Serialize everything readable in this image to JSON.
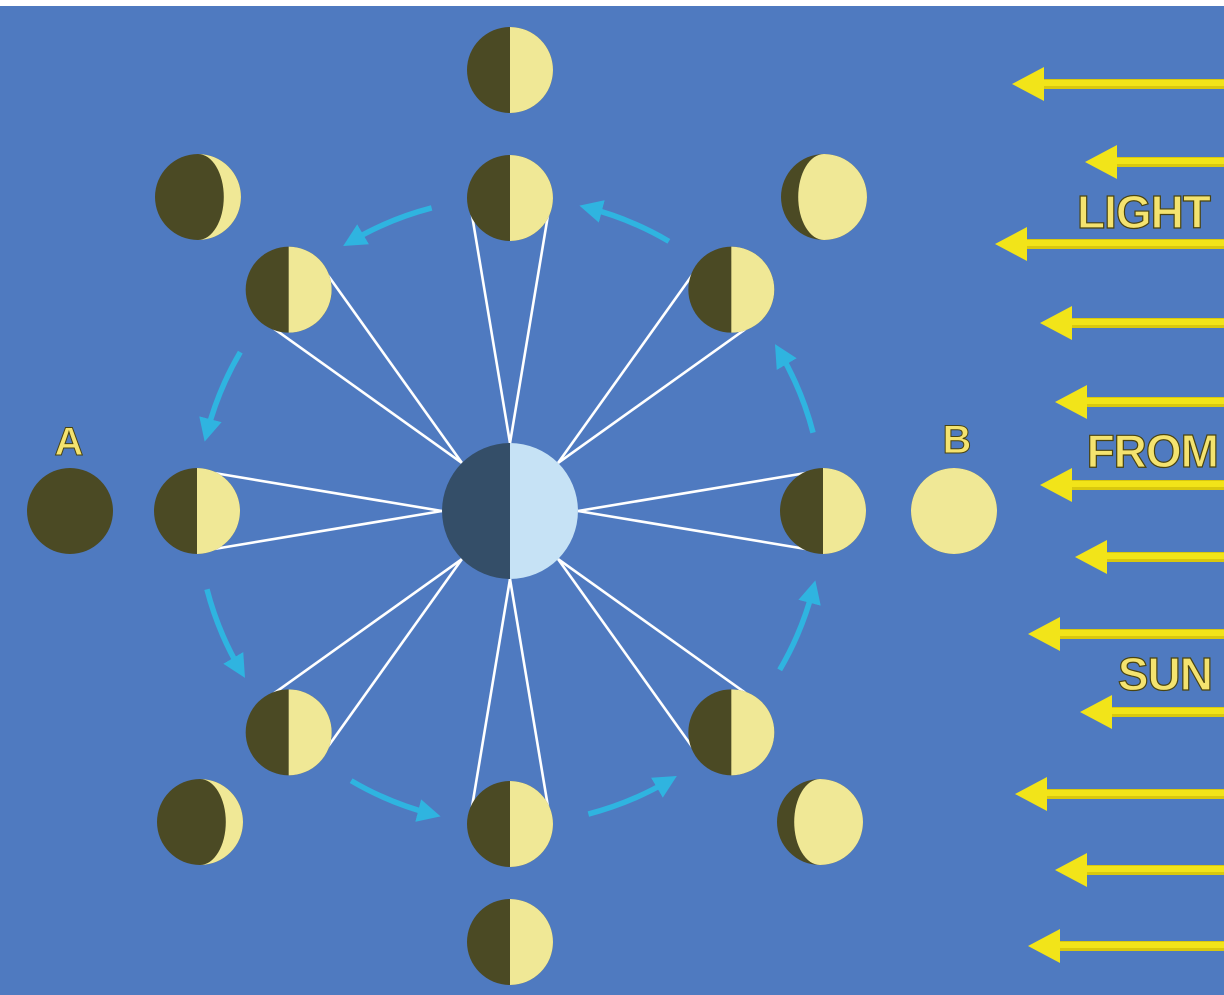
{
  "diagram": {
    "labels": {
      "a": "A",
      "b": "B",
      "light": "LIGHT",
      "from": "FROM",
      "sun": "SUN"
    },
    "colors": {
      "background": "#4f7ac0",
      "moon_lit": "#f0e896",
      "moon_dark": "#4b4a24",
      "earth_lit": "#c6e2f5",
      "earth_dark": "#344e68",
      "orbit_arrow": "#2fb4e0",
      "sight_line": "#ffffff",
      "sun_arrow": "#f2e419",
      "label": "#f4e36f"
    },
    "orbit_moons": [
      "orbit-moon",
      "orbit-moon",
      "orbit-moon",
      "orbit-moon",
      "orbit-moon",
      "orbit-moon",
      "orbit-moon",
      "orbit-moon"
    ],
    "phase_moons": [
      "phase-moon",
      "phase-moon",
      "phase-moon",
      "phase-moon",
      "phase-moon",
      "phase-moon",
      "phase-moon",
      "phase-moon"
    ],
    "sun_rays": 12
  }
}
